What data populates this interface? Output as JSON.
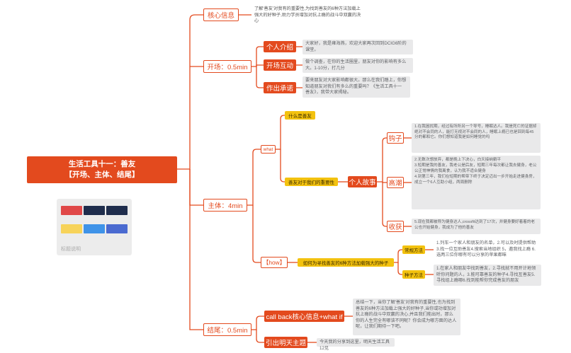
{
  "root": {
    "line1": "生活工具十一：善友",
    "line2": "【开场、主体、结尾】"
  },
  "image": {
    "label": "标题说明"
  },
  "colors": {
    "accent": "#e34a1e",
    "highlight": "#f3c20f",
    "note_bg": "#e9e9ea"
  },
  "branches": {
    "core": {
      "label": "核心信息",
      "note": "了解'善友'对我有的重要性,为找到善友的6种方法加载上强大的好种子,助力学员增加对抗上瘾的战斗中双赢的决心"
    },
    "opening": {
      "label": "开场：0.5min",
      "children": [
        {
          "label": "个人介绍",
          "note": "大家好，我是雍海燕，欢迎大家再次回到DCIG6阶的课堂。"
        },
        {
          "label": "开场互动",
          "note": "做个调查，在你的生活圈里，朋友对你的影响有多么大。1-10分，打几分"
        },
        {
          "label": "作出承诺",
          "note": "要来朋友对大家影响都很大。那么在我们踏上，你想知道朋友对我们有多么的重要吗？《生活工具十一 善友》，我带大家揭秘。"
        }
      ]
    },
    "main": {
      "label": "主体：4min",
      "what": {
        "label": "what",
        "q1": "什么是善友",
        "q2": "善友对于我们的重要性",
        "story": {
          "label": "个人故事",
          "items": [
            {
              "label": "钩子",
              "note": "1.在我困扰期，经过有所所另一个导号，睡眠达人。我是死亡的证据却绝对不会同的人，能打无视对不会同的人，睡眠上瘾已也是回到每45分的都和它。你们想知道我是如何睡觉的吗"
            },
            {
              "label": "高潮",
              "note": "2.无数次想放弃，都是晚上下决心，白天接纳躺平\n3.短期是我的善友，我老公是后友，短期三年每次都让我去健身，老公公正常神情的我离食，认为我不适合健身\n4.到第三年，我们在短期的帮带下终于决定迈出一步开始走进健身房，成立一个6人互助小组，两周删除"
            },
            {
              "label": "收获",
              "note": "5.现在我都被称为健身达人,crossfit达到了17次，并健身要好着着的老公也开始健身，我成为了他的善友"
            }
          ]
        }
      },
      "how": {
        "label": "【how】",
        "seed": "如何为寻找善友的6种方法加载强大的种子",
        "methods": [
          {
            "label": "常规方法",
            "note": "1.列车一个家人和朋友的名单，2.可以及时提供帮助 3.找一位互助善友4.搜索当地组织 5，邀我找上瘾 6.选两三位你哪有可以分享的苹果都味"
          },
          {
            "label": "种子方法",
            "note": "1.在家人和朋友中找到善友，2.寻找就不用开计地领听你问题的人，3.能可靠善友的种子4.寻找互善友5.寻找组上瘾哪6.找到能帮你完成善友的朋友"
          }
        ]
      }
    },
    "ending": {
      "label": "结尾：0.5min",
      "children": [
        {
          "label": "call back核心信息+what if",
          "note": "总结一下，当你了解'善友'对我有的重要性,也为找到善友的6种方法加载上强大的好种子,当你或功增加对抗上瘾的战斗中双赢的决心,并且我们能出时，那么你的人生完全有哪该不同呢？你会成为哪方面的达人呢，让我们期待一下吧。"
        },
        {
          "label": "引出明天主题",
          "note": "今天我的分享到这里，明天生活工具12见"
        }
      ]
    }
  }
}
